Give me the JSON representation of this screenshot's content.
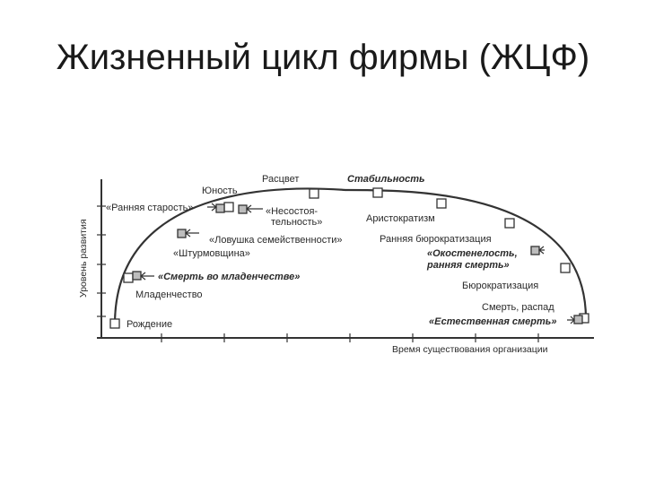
{
  "title": "Жизненный цикл фирмы (ЖЦФ)",
  "diagram": {
    "y_axis_label": "Уровень развития",
    "x_axis_label": "Время существования организации",
    "stages": [
      "Рождение",
      "Младенчество",
      "Юность",
      "Расцвет",
      "Стабильность",
      "Аристократизм",
      "Ранняя бюрократизация",
      "Бюрократизация",
      "Смерть, распад"
    ],
    "traps": {
      "infant_death": "«Смерть во младенчестве»",
      "storming": "«Штурмовщина»",
      "family_trap": "«Ловушка семейственности»",
      "early_aging": "«Ранняя старость»",
      "unsustain_1": "«Несостоя-",
      "unsustain_2": "тельность»",
      "ossify_1": "«Окостенелость,",
      "ossify_2": "ранняя смерть»",
      "natural_death": "«Естественная смерть»"
    }
  },
  "colors": {
    "ink": "#2a2a2a",
    "box_fill": "#ffffff",
    "box_fill_grey": "#bdbdbd"
  }
}
